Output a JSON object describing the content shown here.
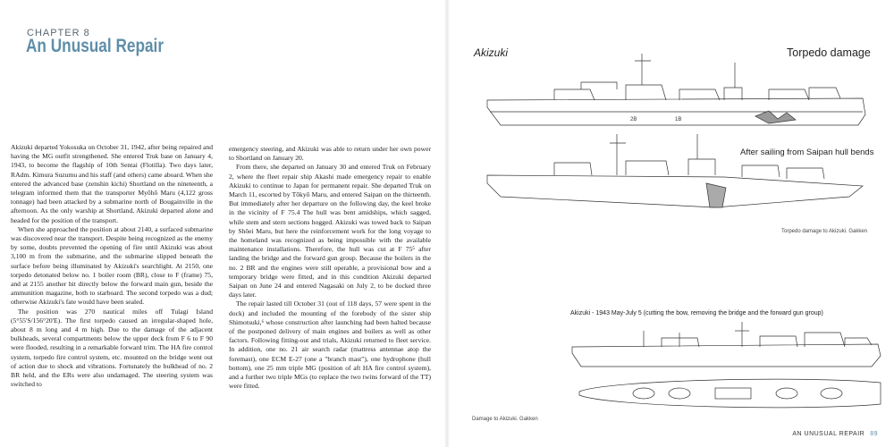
{
  "chapter": {
    "label": "CHAPTER 8",
    "title": "An Unusual Repair"
  },
  "left_column": [
    "Akizuki departed Yokosuka on October 31, 1942, after being repaired and having the MG outfit strengthened. She entered Truk base on January 4, 1943, to become the flagship of 10th Sentai (Flotilla). Two days later, RAdm. Kimura Suzumu and his staff (and others) came aboard. When she entered the advanced base (zenshin kichi) Shortland on the nineteenth, a telegram informed them that the transporter Myōhō Maru (4,122 gross tonnage) had been attacked by a submarine north of Bougainville in the afternoon. As the only warship at Shortland, Akizuki departed alone and headed for the position of the transport.",
    "When she approached the position at about 2140, a surfaced submarine was discovered near the transport. Despite being recognized as the enemy by some, doubts prevented the opening of fire until Akizuki was about 3,100 m from the submarine, and the submarine slipped beneath the surface before being illuminated by Akizuki's searchlight. At 2150, one torpedo detonated below no. 1 boiler room (BR), close to F (frame) 75, and at 2155 another hit directly below the forward main gun, beside the ammunition magazine, both to starboard. The second torpedo was a dud; otherwise Akizuki's fate would have been sealed.",
    "The position was 270 nautical miles off Tulagi Island (5°55'S/156°20'E). The first torpedo caused an irregular-shaped hole, about 8 m long and 4 m high. Due to the damage of the adjacent bulkheads, several compartments below the upper deck from F 6 to F 90 were flooded, resulting in a remarkable forward trim. The HA fire control system, torpedo fire control system, etc. mounted on the bridge went out of action due to shock and vibrations. Fortunately the bulkhead of no. 2 BR held, and the ERs were also undamaged. The steering system was switched to"
  ],
  "right_column": [
    "emergency steering, and Akizuki was able to return under her own power to Shortland on January 20.",
    "From there, she departed on January 30 and entered Truk on February 2, where the fleet repair ship Akashi made emergency repair to enable Akizuki to continue to Japan for permanent repair. She departed Truk on March 11, escorted by Tōkyō Maru, and entered Saipan on the thirteenth. But immediately after her departure on the following day, the keel broke in the vicinity of F 75.4 The hull was bent amidships, which sagged, while stem and stern sections hogged. Akizuki was towed back to Saipan by Shōei Maru, but here the reinforcement work for the long voyage to the homeland was recognized as being impossible with the available maintenance installations. Therefore, the hull was cut at F 75⁵ after landing the bridge and the forward gun group. Because the boilers in the no. 2 BR and the engines were still operable, a provisional bow and a temporary bridge were fitted, and in this condition Akizuki departed Saipan on June 24 and entered Nagasaki on July 2, to be docked three days later.",
    "The repair lasted till October 31 (out of 118 days, 57 were spent in the dock) and included the mounting of the forebody of the sister ship Shimotsuki,⁶ whose construction after launching had been halted because of the postponed delivery of main engines and boilers as well as other factors. Following fitting-out and trials, Akizuki returned to fleet service. In addition, one no. 21 air search radar (mattress antennae atop the foremast), one ECM E-27 (one a \"branch mast\"), one hydrophone (hull bottom), one 25 mm triple MG (position of aft HA fire control system), and a further two triple MGs (to replace the two twins forward of the TT) were fitted."
  ],
  "illustrations": {
    "ship_name": "Akizuki",
    "torpedo_label": "Torpedo damage",
    "bends_label": "After sailing from Saipan hull bends",
    "caption_top": "Torpedo damage to Akizuki. Gakken",
    "caption_mid": "Akizuki - 1943 May-July 5 (cutting the bow, removing the bridge and the forward gun group)",
    "caption_bottom": "Damage to Akizuki. Gakken",
    "hull_marks": [
      "2B",
      "1B"
    ]
  },
  "footer": {
    "running_head": "AN UNUSUAL REPAIR",
    "page_number": "89"
  },
  "colors": {
    "accent": "#5f8ea8",
    "text": "#222222"
  }
}
